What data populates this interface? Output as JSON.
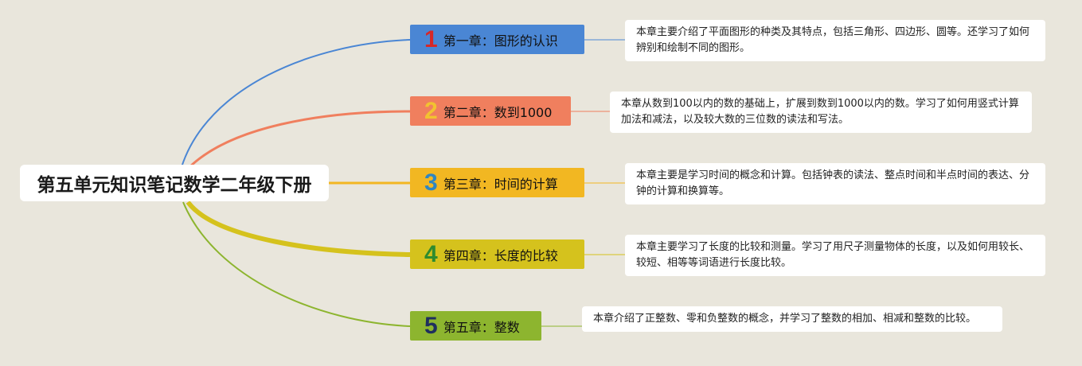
{
  "root": {
    "title": "第五单元知识笔记数学二年级下册"
  },
  "chapters": [
    {
      "num": "1",
      "title": "第一章：图形的认识",
      "color": "#4a86d4",
      "num_color": "#d62828",
      "desc": "本章主要介绍了平面图形的种类及其特点，包括三角形、四边形、圆等。还学习了如何辨别和绘制不同的图形。"
    },
    {
      "num": "2",
      "title": "第二章：数到1000",
      "color": "#f07f5e",
      "num_color": "#f2c230",
      "desc": "本章从数到100以内的数的基础上，扩展到数到1000以内的数。学习了如何用竖式计算加法和减法，以及较大数的三位数的读法和写法。"
    },
    {
      "num": "3",
      "title": "第三章：时间的计算",
      "color": "#f2b722",
      "num_color": "#2e86c1",
      "desc": "本章主要是学习时间的概念和计算。包括钟表的读法、整点时间和半点时间的表达、分钟的计算和换算等。"
    },
    {
      "num": "4",
      "title": "第四章：长度的比较",
      "color": "#d5c21d",
      "num_color": "#2e8b2e",
      "desc": "本章主要学习了长度的比较和测量。学习了用尺子测量物体的长度，以及如何用较长、较短、相等等词语进行长度比较。"
    },
    {
      "num": "5",
      "title": "第五章：整数",
      "color": "#8db52f",
      "num_color": "#1f2f5e",
      "desc": "本章介绍了正整数、零和负整数的概念，并学习了整数的相加、相减和整数的比较。"
    }
  ]
}
